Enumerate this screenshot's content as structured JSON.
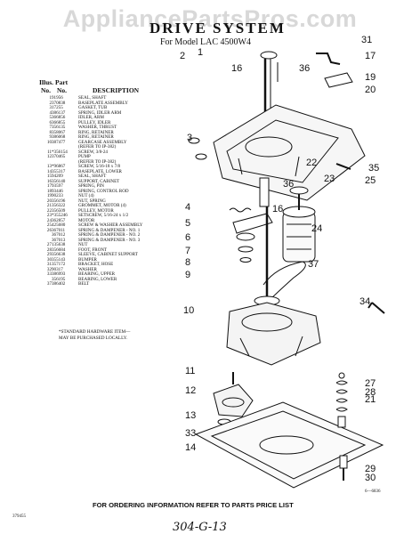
{
  "watermark": "AppliancePartsPros.com",
  "title": "DRIVE SYSTEM",
  "subtitle": "For Model LAC 4500W4",
  "headers": {
    "illus_1": "Illus.",
    "illus_2": "No.",
    "part_1": "Part",
    "part_2": "No.",
    "description": "DESCRIPTION"
  },
  "parts": [
    {
      "no": "1",
      "part": "91956",
      "desc": "SEAL, SHAFT"
    },
    {
      "no": "2",
      "part": "370838",
      "desc": "BASEPLATE ASSEMBLY"
    },
    {
      "no": "3",
      "part": "17255",
      "desc": "GASKET, TUB"
    },
    {
      "no": "4",
      "part": "386137",
      "desc": "SPRING, IDLER ARM"
    },
    {
      "no": "5",
      "part": "366856",
      "desc": "IDLER, ARM"
    },
    {
      "no": "6",
      "part": "366855",
      "desc": "PULLEY, IDLER"
    },
    {
      "no": "7",
      "part": "356135",
      "desc": "WASHER, THRUST"
    },
    {
      "no": "8",
      "part": "358067",
      "desc": "RING, RETAINER"
    },
    {
      "no": "9",
      "part": "386068",
      "desc": "RING, RETAINER"
    },
    {
      "no": "10",
      "part": "387477",
      "desc": "GEARCASE ASSEMBLY"
    },
    {
      "no": "",
      "part": "",
      "desc": "(REFER TO IP-382)"
    },
    {
      "no": "11",
      "part": "*356154",
      "desc": "SCREW, 3/8-24"
    },
    {
      "no": "12",
      "part": "370465",
      "desc": "PUMP"
    },
    {
      "no": "",
      "part": "",
      "desc": "(REFER TO IP-382)"
    },
    {
      "no": "13",
      "part": "*96867",
      "desc": "SCREW, 5/16-18 x 7/8"
    },
    {
      "no": "14",
      "part": "355317",
      "desc": "BASEPLATE, LOWER"
    },
    {
      "no": "15",
      "part": "94209",
      "desc": "SEAL, SHAFT"
    },
    {
      "no": "16",
      "part": "356140",
      "desc": "SUPPORT, CABINET"
    },
    {
      "no": "17",
      "part": "93597",
      "desc": "SPRING, PIN"
    },
    {
      "no": "18",
      "part": "93446",
      "desc": "SPRING, CONTROL ROD"
    },
    {
      "no": "19",
      "part": "90233",
      "desc": "NUT (4)"
    },
    {
      "no": "20",
      "part": "356196",
      "desc": "NUT, SPRING"
    },
    {
      "no": "21",
      "part": "356322",
      "desc": "GROMMET, MOTOR (4)"
    },
    {
      "no": "22",
      "part": "356509",
      "desc": "PULLEY, MOTOR"
    },
    {
      "no": "23",
      "part": "*355246",
      "desc": "SETSCREW, 5/16-24 x 1/2"
    },
    {
      "no": "24",
      "part": "362857",
      "desc": "MOTOR"
    },
    {
      "no": "25",
      "part": "425680",
      "desc": "SCREW & WASHER ASSEMBLY"
    },
    {
      "no": "26",
      "part": "367011",
      "desc": "SPRING & DAMPENER - NO. 1"
    },
    {
      "no": "",
      "part": "367012",
      "desc": "SPRING & DAMPENER - NO. 2"
    },
    {
      "no": "",
      "part": "367013",
      "desc": "SPRING & DAMPENER - NO. 3"
    },
    {
      "no": "27",
      "part": "135638",
      "desc": "NUT"
    },
    {
      "no": "28",
      "part": "356684",
      "desc": "FOOT, FRONT"
    },
    {
      "no": "29",
      "part": "356638",
      "desc": "SLEEVE, CABINET SUPPORT"
    },
    {
      "no": "30",
      "part": "355143",
      "desc": "BUMPER"
    },
    {
      "no": "31",
      "part": "357172",
      "desc": "BRACKET, HOSE"
    },
    {
      "no": "32",
      "part": "90317",
      "desc": "WASHER"
    },
    {
      "no": "33",
      "part": "386993",
      "desc": "BEARING, UPPER"
    },
    {
      "no": "",
      "part": "356195",
      "desc": "BEARING, LOWER"
    },
    {
      "no": "37",
      "part": "386402",
      "desc": "BELT"
    }
  ],
  "note_1": "*STANDARD HARDWARE ITEM—",
  "note_2": "MAY BE PURCHASED LOCALLY.",
  "footer": "FOR ORDERING INFORMATION REFER TO PARTS PRICE LIST",
  "ref_code": "379455",
  "figure_code": "6—6836",
  "handwritten": "304-G-13",
  "callouts": [
    "1",
    "2",
    "3",
    "4",
    "5",
    "6",
    "7",
    "8",
    "9",
    "10",
    "11",
    "12",
    "13",
    "14",
    "16",
    "16",
    "17",
    "19",
    "20",
    "21",
    "22",
    "23",
    "24",
    "25",
    "27",
    "28",
    "29",
    "30",
    "31",
    "33",
    "34",
    "35",
    "36",
    "36",
    "37"
  ]
}
